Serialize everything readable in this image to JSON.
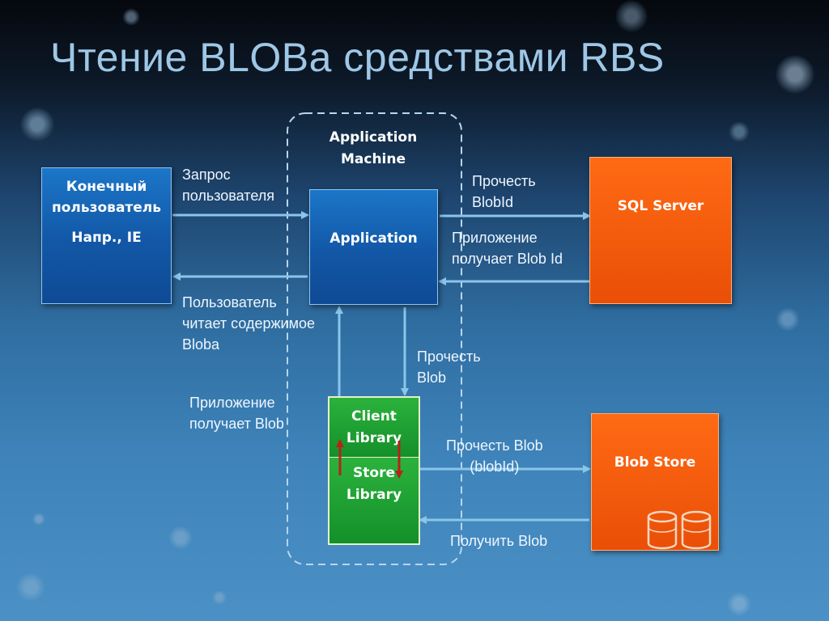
{
  "title": "Чтение BLOBа средствами RBS",
  "nodes": {
    "end_user": {
      "line1": "Конечный\nпользователь",
      "line2": "Напр., IE"
    },
    "app_machine": "Application\nMachine",
    "application": "Application",
    "sql_server": "SQL Server",
    "client_library": "Client\nLibrary",
    "store_library": "Store\nLibrary",
    "blob_store": "Blob Store"
  },
  "edges": {
    "user_request": "Запрос\nпользователя",
    "user_reads": "Пользователь\nчитает содержимое\nBloba",
    "read_blobid": "Прочесть\nBlobId",
    "app_gets_blobid": "Приложение\nполучает Blob Id",
    "read_blob": "Прочесть\nBlob",
    "app_gets_blob": "Приложение\nполучает Blob",
    "read_blob_blobid": "Прочесть Blob\n(blobId)",
    "get_blob": "Получить Blob"
  },
  "colors": {
    "box_blue": "#1257a6",
    "box_orange": "#e94f07",
    "box_green": "#14902a",
    "arrow": "#8ac6ea",
    "inner_arrow": "#b8211a"
  }
}
